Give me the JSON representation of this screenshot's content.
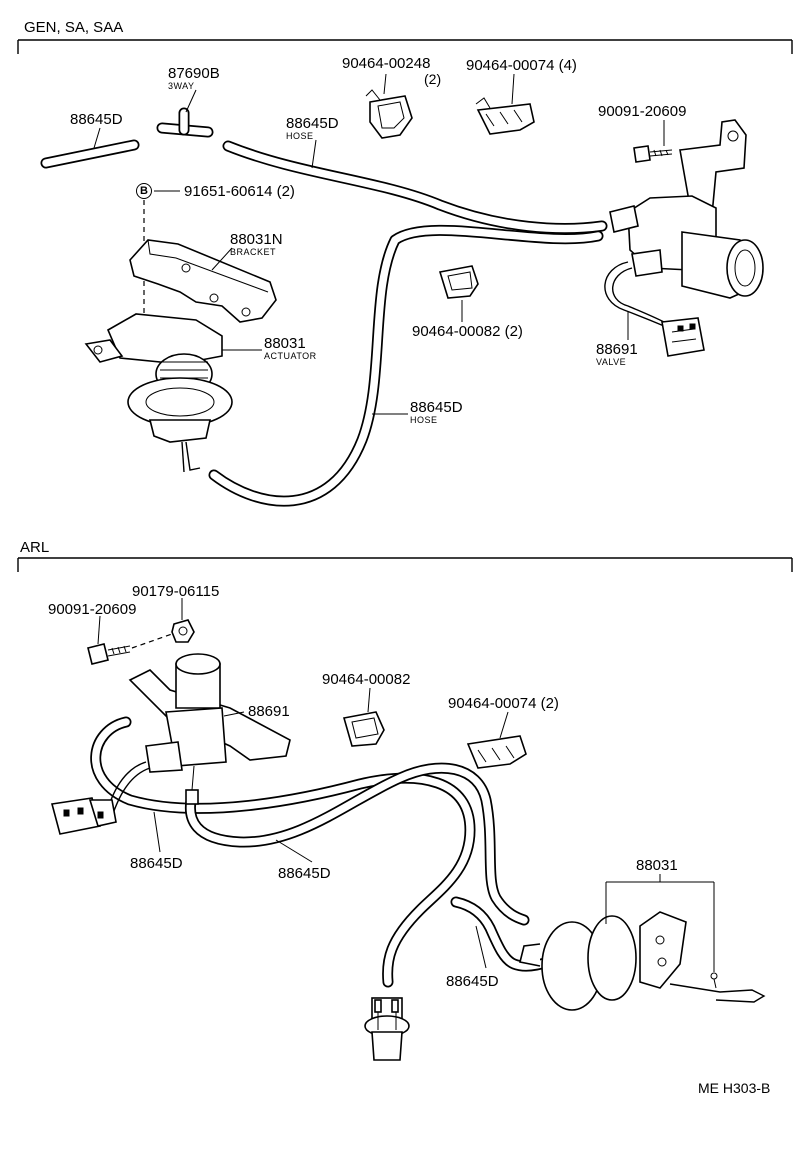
{
  "sections": {
    "top": {
      "header": "GEN, SA, SAA"
    },
    "bottom": {
      "header": "ARL"
    }
  },
  "labels": {
    "p87690b": "87690B",
    "p87690b_sub": "3WAY",
    "p88645d_pipe": "88645D",
    "p88645d_hose_top": "88645D",
    "p88645d_hose_top_sub": "HOSE",
    "p90464_00248": "90464-00248",
    "p90464_00248_qty": "(2)",
    "p90464_00074_4": "90464-00074 (4)",
    "p90091_20609_top": "90091-20609",
    "b_marker": "B",
    "p91651_60614": "91651-60614 (2)",
    "p88031n": "88031N",
    "p88031n_sub": "BRACKET",
    "p88031_top": "88031",
    "p88031_top_sub": "ACTUATOR",
    "p90464_00082_2": "90464-00082 (2)",
    "p88691_top": "88691",
    "p88691_top_sub": "VALVE",
    "p88645d_hose_long": "88645D",
    "p88645d_hose_long_sub": "HOSE",
    "p90179_06115": "90179-06115",
    "p90091_20609_bot": "90091-20609",
    "p88691_bot": "88691",
    "p90464_00082": "90464-00082",
    "p90464_00074_2": "90464-00074 (2)",
    "p88645d_bot_a": "88645D",
    "p88645d_bot_b": "88645D",
    "p88031_bot": "88031",
    "p88645d_bot_c": "88645D"
  },
  "footer": {
    "code": "ME H303-B"
  }
}
